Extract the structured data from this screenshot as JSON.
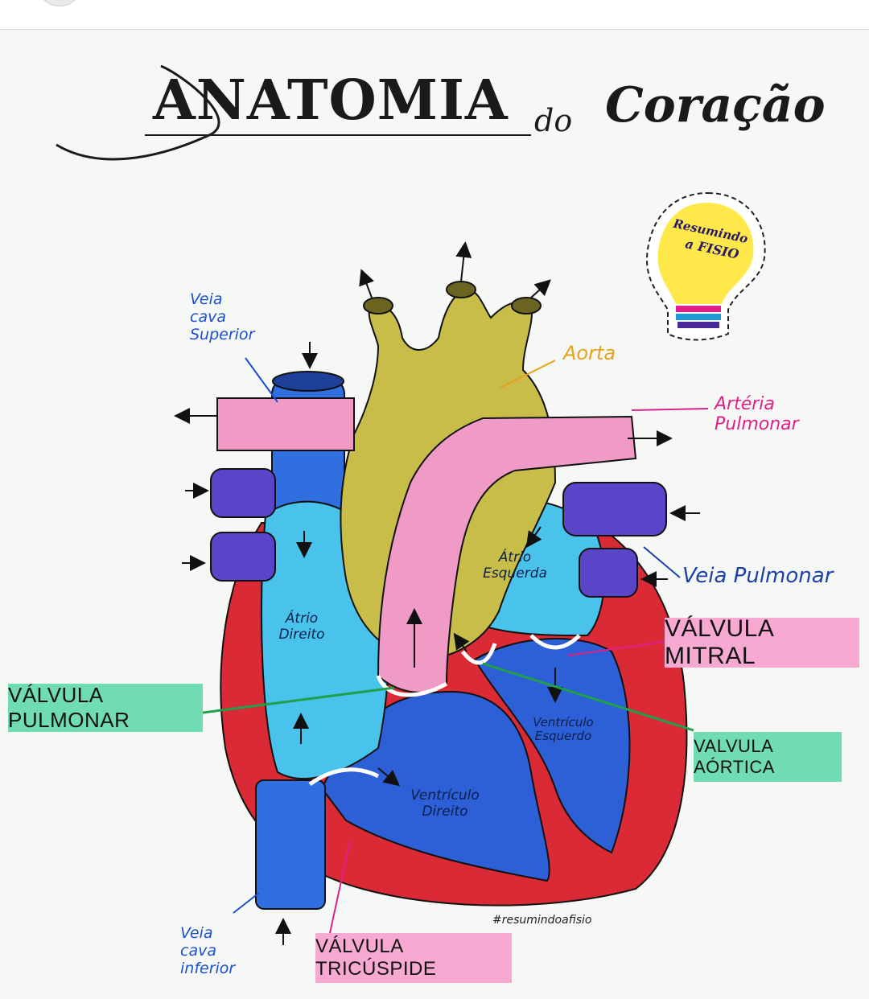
{
  "title": {
    "main": "ANATOMIA",
    "connector": "do",
    "script": "Coração"
  },
  "labels": {
    "veia_cava_superior": "Veia\ncava\nSuperior",
    "aorta": "Aorta",
    "arteria_pulmonar": "Artéria\nPulmonar",
    "veia_pulmonar": "Veia Pulmonar",
    "atrio_direito": "Átrio\nDireito",
    "atrio_esquerdo": "Átrio\nEsquerda",
    "ventriculo_esquerdo": "Ventrículo\nEsquerdo",
    "ventriculo_direito": "Ventrículo\nDireito",
    "veia_cava_inferior": "Veia\ncava\ninferior"
  },
  "tags": {
    "valvula_pulmonar": "VÁLVULA PULMONAR",
    "valvula_mitral": "VÁLVULA MITRAL",
    "valvula_aortica": "VALVULA AÓRTICA",
    "valvula_tricuspide": "VÁLVULA TRICÚSPIDE"
  },
  "badge": {
    "line1": "Resumindo",
    "line2": "a FISIO"
  },
  "hashtag": "#resumindoafisio",
  "colors": {
    "aorta": "#c9bd4a",
    "pulmonary_artery": "#f09ac6",
    "vena_cava": "#2f6fe0",
    "pulmonary_vein": "#5a44c8",
    "atrium": "#49c3ec",
    "ventricle": "#2d5fd6",
    "myocardium": "#d92a35",
    "tag_green": "#6fdcb1",
    "tag_pink": "#f7a9d2"
  }
}
